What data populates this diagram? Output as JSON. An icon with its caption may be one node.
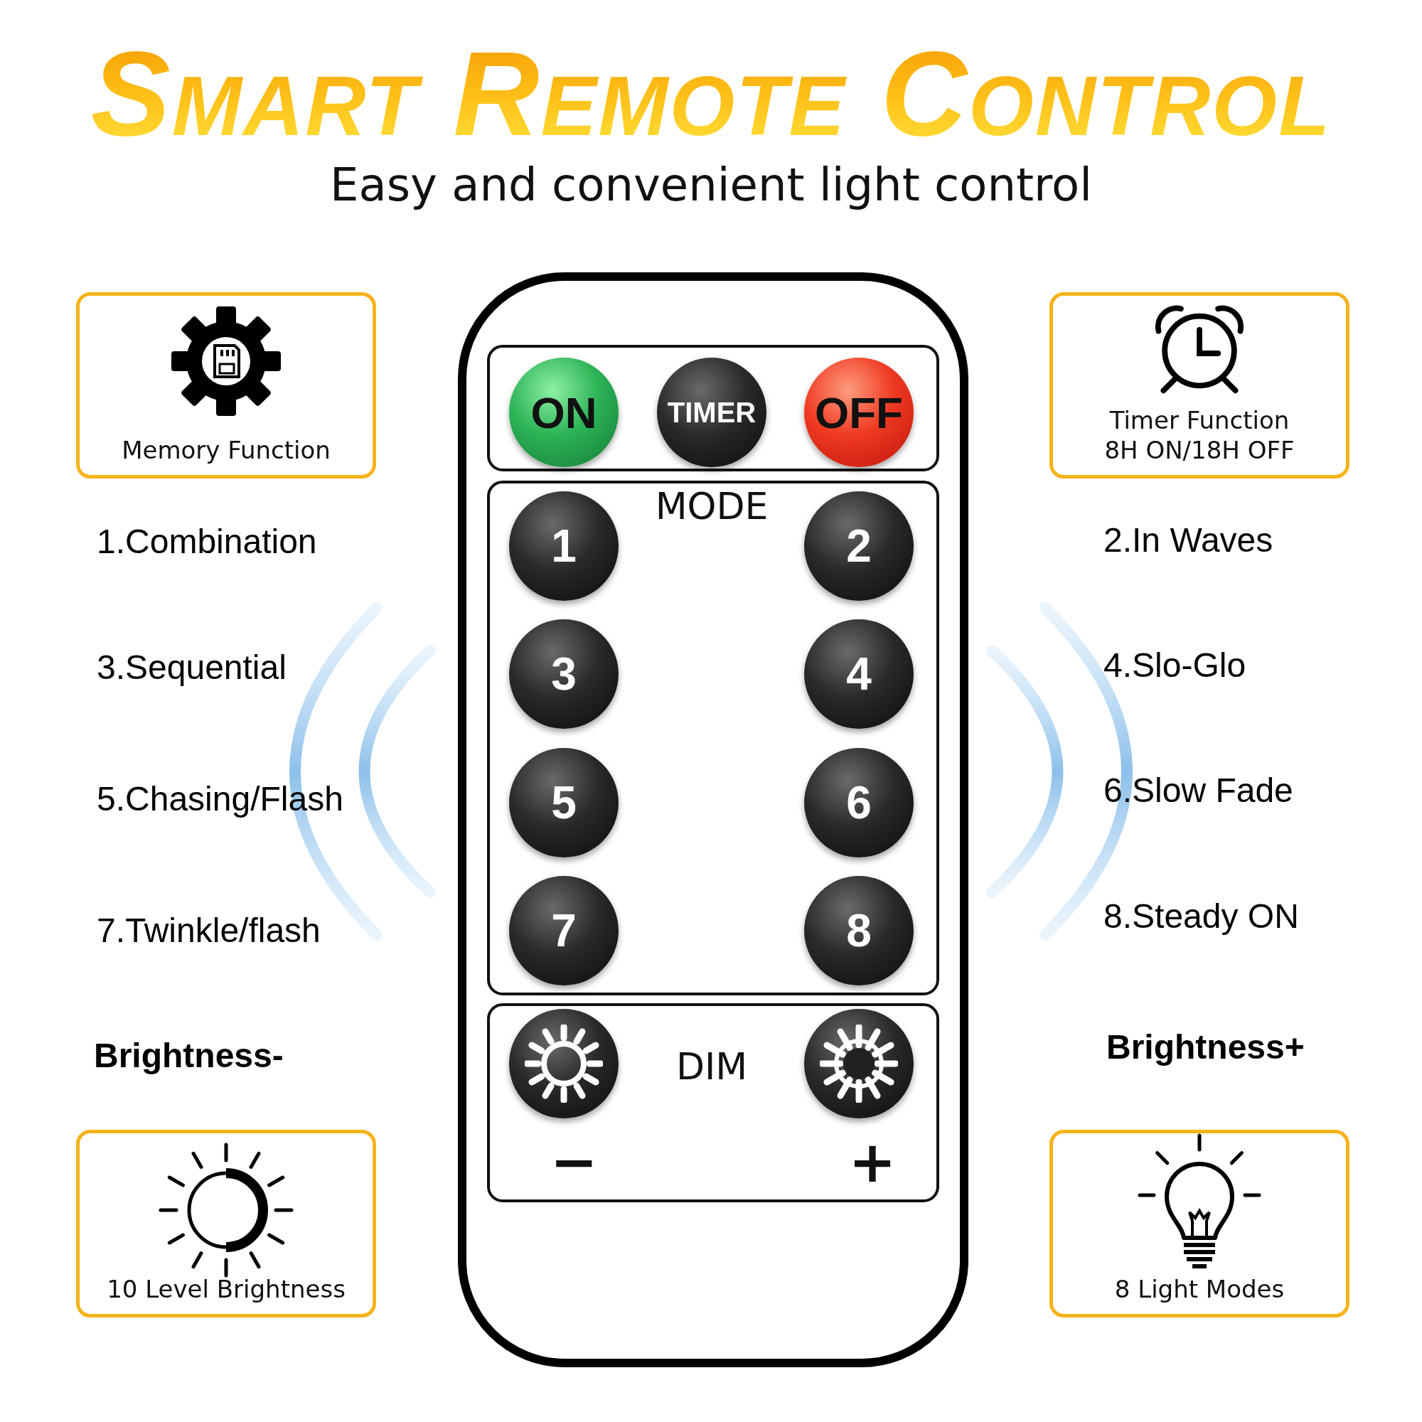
{
  "diagram": {
    "title": "Smart Remote Control",
    "caption": "Easy and convenient light control",
    "nodes": [
      {
        "text": [
          "Memory Function"
        ]
      },
      {
        "text": [
          "Timer Function",
          "8H ON/18H OFF"
        ]
      },
      {
        "text": [],
        "shape": "box"
      },
      {
        "text": [],
        "shape": "box",
        "in": 2
      },
      {
        "text": [
          "ON"
        ],
        "in": 3
      },
      {
        "text": [
          "TIMER"
        ],
        "in": 3
      },
      {
        "text": [
          "OFF"
        ],
        "in": 3
      },
      {
        "text": [
          "MODE"
        ],
        "in": 2
      },
      {
        "text": [
          "1"
        ],
        "in": 7
      },
      {
        "text": [
          "2"
        ],
        "in": 7
      },
      {
        "text": [
          "3"
        ],
        "in": 7
      },
      {
        "text": [
          "4"
        ],
        "in": 7
      },
      {
        "text": [
          "5"
        ],
        "in": 7
      },
      {
        "text": [
          "6"
        ],
        "in": 7
      },
      {
        "text": [
          "7"
        ],
        "in": 7
      },
      {
        "text": [
          "8"
        ],
        "in": 7
      },
      {
        "text": [
          "DIM",
          "−",
          "+"
        ],
        "in": 2
      },
      {
        "text": [],
        "shape": "circle",
        "in": 16
      },
      {
        "text": [],
        "shape": "circle",
        "in": 16
      },
      {
        "text": [
          "10 Level Brightness"
        ]
      },
      {
        "text": [
          "8 Light Modes"
        ]
      }
    ],
    "labels": [
      "1.Combination",
      "2.In Waves",
      "3.Sequential",
      "4.Slo-Glo",
      "5.Chasing/Flash",
      "6.Slow Fade",
      "7.Twinkle/flash",
      "8.Steady ON",
      "Brightness-",
      "Brightness+"
    ]
  }
}
